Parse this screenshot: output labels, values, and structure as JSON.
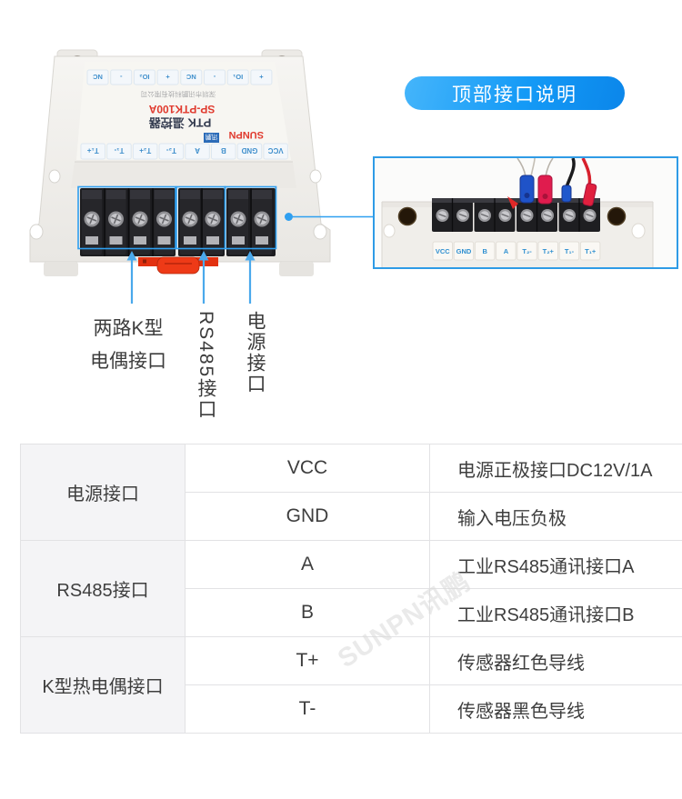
{
  "colors": {
    "accent_blue": "#2f9ff0",
    "callout_blue_start": "#45b5fb",
    "callout_blue_end": "#0b86ea",
    "photo_border_blue": "#2e9be6",
    "model_red": "#e03a2e",
    "brand_blue": "#2b6bb8",
    "din_clip_red": "#e23110",
    "table_group_bg": "#f4f4f6",
    "table_border": "#e2e2e4"
  },
  "callout": {
    "label": "顶部接口说明"
  },
  "device": {
    "company": "深圳市讯鹏科技有限公司",
    "model": "SP-PTK100A",
    "product": "PTK 温控器",
    "brand_latin": "SUNPN",
    "brand_cn": "讯鹏",
    "top_terminals": [
      "NC",
      "-",
      "IO₂",
      "+",
      "NC",
      "-",
      "IO₁",
      "+"
    ],
    "bottom_terminals": [
      "T₁+",
      "T₁-",
      "T₂+",
      "T₂-",
      "A",
      "B",
      "GND",
      "VCC"
    ]
  },
  "pointer_labels": {
    "thermocouple_line1": "两路K型",
    "thermocouple_line2": "电偶接口",
    "rs485": "RS485接口",
    "power": "电源接口"
  },
  "detail_photo": {
    "terminal_labels": [
      "VCC",
      "GND",
      "B",
      "A",
      "T₂-",
      "T₂+",
      "T₁-",
      "T₁+"
    ]
  },
  "table": {
    "groups": [
      {
        "name": "电源接口",
        "rows": [
          {
            "pin": "VCC",
            "desc": "电源正极接口DC12V/1A"
          },
          {
            "pin": "GND",
            "desc": "输入电压负极"
          }
        ]
      },
      {
        "name": "RS485接口",
        "rows": [
          {
            "pin": "A",
            "desc": "工业RS485通讯接口A"
          },
          {
            "pin": "B",
            "desc": "工业RS485通讯接口B"
          }
        ]
      },
      {
        "name": "K型热电偶接口",
        "rows": [
          {
            "pin": "T+",
            "desc": "传感器红色导线"
          },
          {
            "pin": "T-",
            "desc": "传感器黑色导线"
          }
        ]
      }
    ]
  },
  "watermark": {
    "text": "SUNPN讯鹏"
  }
}
